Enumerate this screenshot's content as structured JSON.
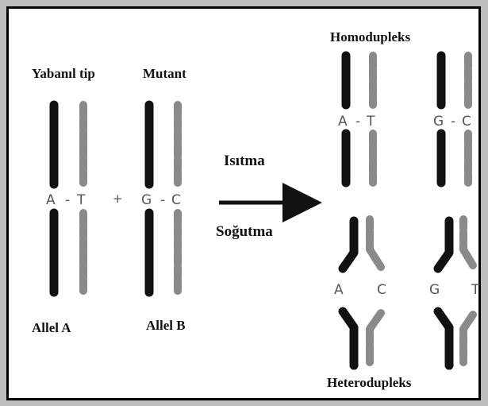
{
  "labels": {
    "wild_type": "Yabanıl tip",
    "mutant": "Mutant",
    "allele_a": "Allel A",
    "allele_b": "Allel B",
    "heating": "Isıtma",
    "cooling": "Soğutma",
    "homoduplex": "Homodupleks",
    "heteroduplex": "Heterodupleks",
    "plus": "+"
  },
  "pairs": {
    "wild": {
      "left": "A",
      "sep": "-",
      "right": "T"
    },
    "mutant": {
      "left": "G",
      "sep": "-",
      "right": "C"
    },
    "homo1": {
      "left": "A",
      "sep": "-",
      "right": "T"
    },
    "homo2": {
      "left": "G",
      "sep": "-",
      "right": "C"
    },
    "hetero1": {
      "left": "A",
      "right": "C"
    },
    "hetero2": {
      "left": "G",
      "right": "T"
    }
  },
  "colors": {
    "solid_strand": "#111111",
    "dashed_strand": "#8a8a8a",
    "frame_border": "#000000",
    "background": "#bdbdbd"
  }
}
